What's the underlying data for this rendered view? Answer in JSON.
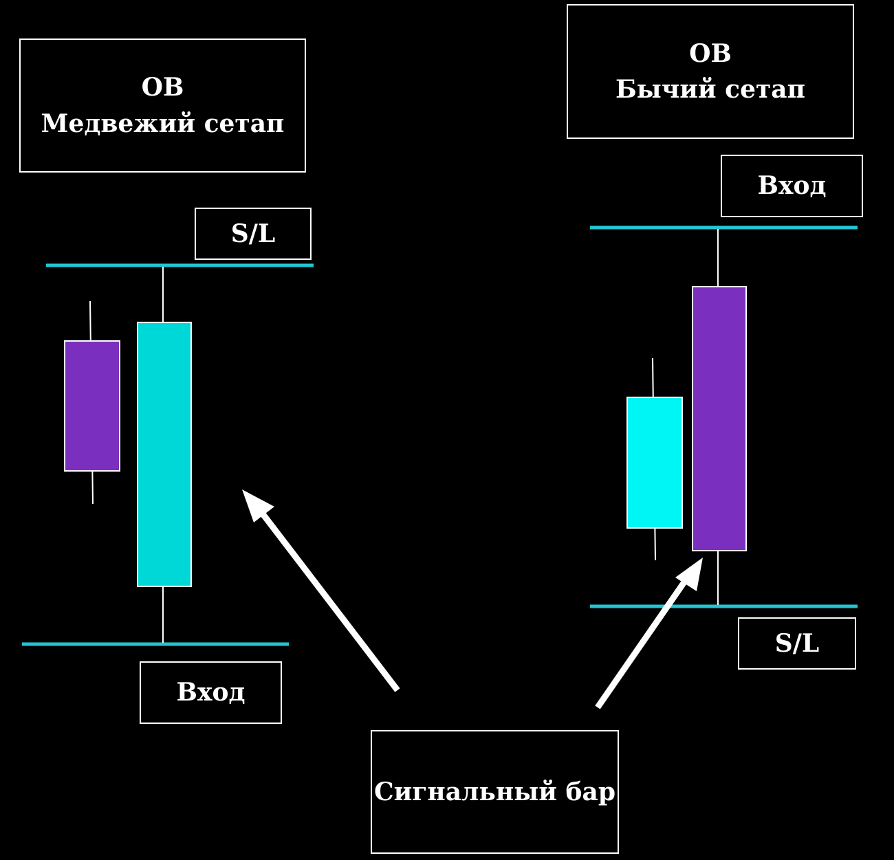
{
  "colors": {
    "background": "#000000",
    "bear_candle": "#7b2fbe",
    "bull_candle": "#00d8d8",
    "bull_candle_bright": "#00f5f5",
    "level_line": "#22c6d2",
    "text": "#ffffff"
  },
  "bearish_setup": {
    "title_line1": "OB",
    "title_line2": "Медвежий сетап",
    "stop_loss_label": "S/L",
    "entry_label": "Вход"
  },
  "bullish_setup": {
    "title_line1": "OB",
    "title_line2": "Бычий сетап",
    "entry_label": "Вход",
    "stop_loss_label": "S/L"
  },
  "signal_bar_label": "Сигнальный бар"
}
